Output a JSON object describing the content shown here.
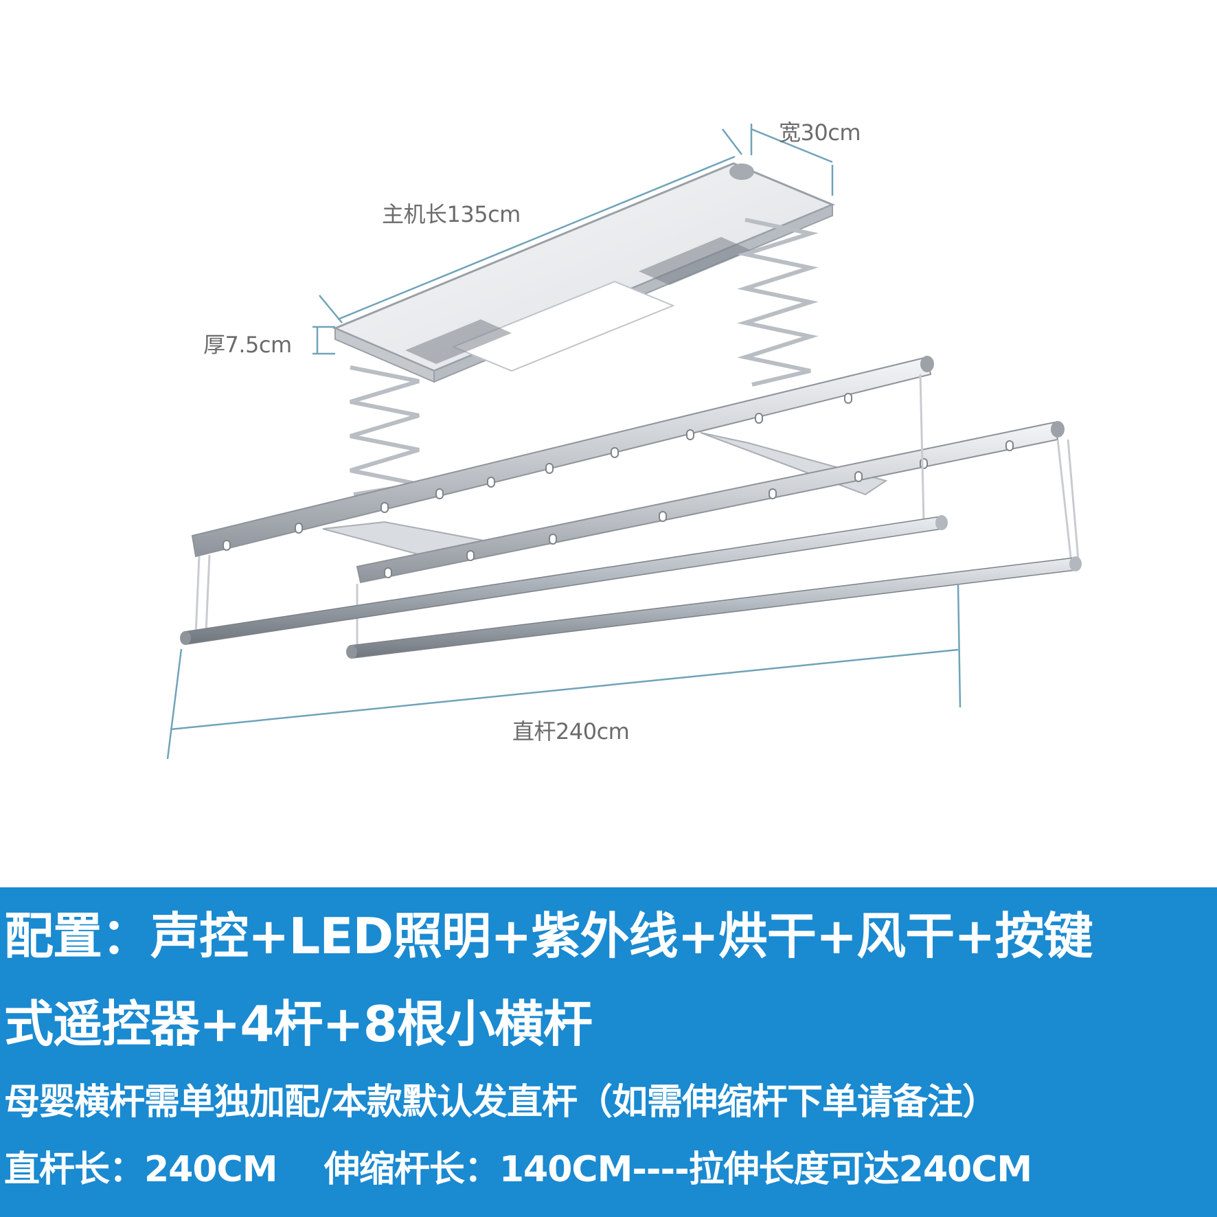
{
  "dimensions": {
    "width_label": "宽30cm",
    "length_label": "主机长135cm",
    "thickness_label": "厚7.5cm",
    "rod_label": "直杆240cm"
  },
  "colors": {
    "banner": "#1a8ad1",
    "dimension_line": "#6fa3b8",
    "label_text": "#6b6b6b",
    "metal": "#c9cdd2"
  },
  "banner": {
    "config_line1": "配置：声控+LED照明+紫外线+烘干+风干+按键",
    "config_line2": "式遥控器+4杆+8根小横杆",
    "note_line": "母婴横杆需单独加配/本款默认发直杆（如需伸缩杆下单请备注）",
    "length_line": "直杆长：240CM    伸缩杆长：140CM----拉伸长度可达240CM"
  }
}
